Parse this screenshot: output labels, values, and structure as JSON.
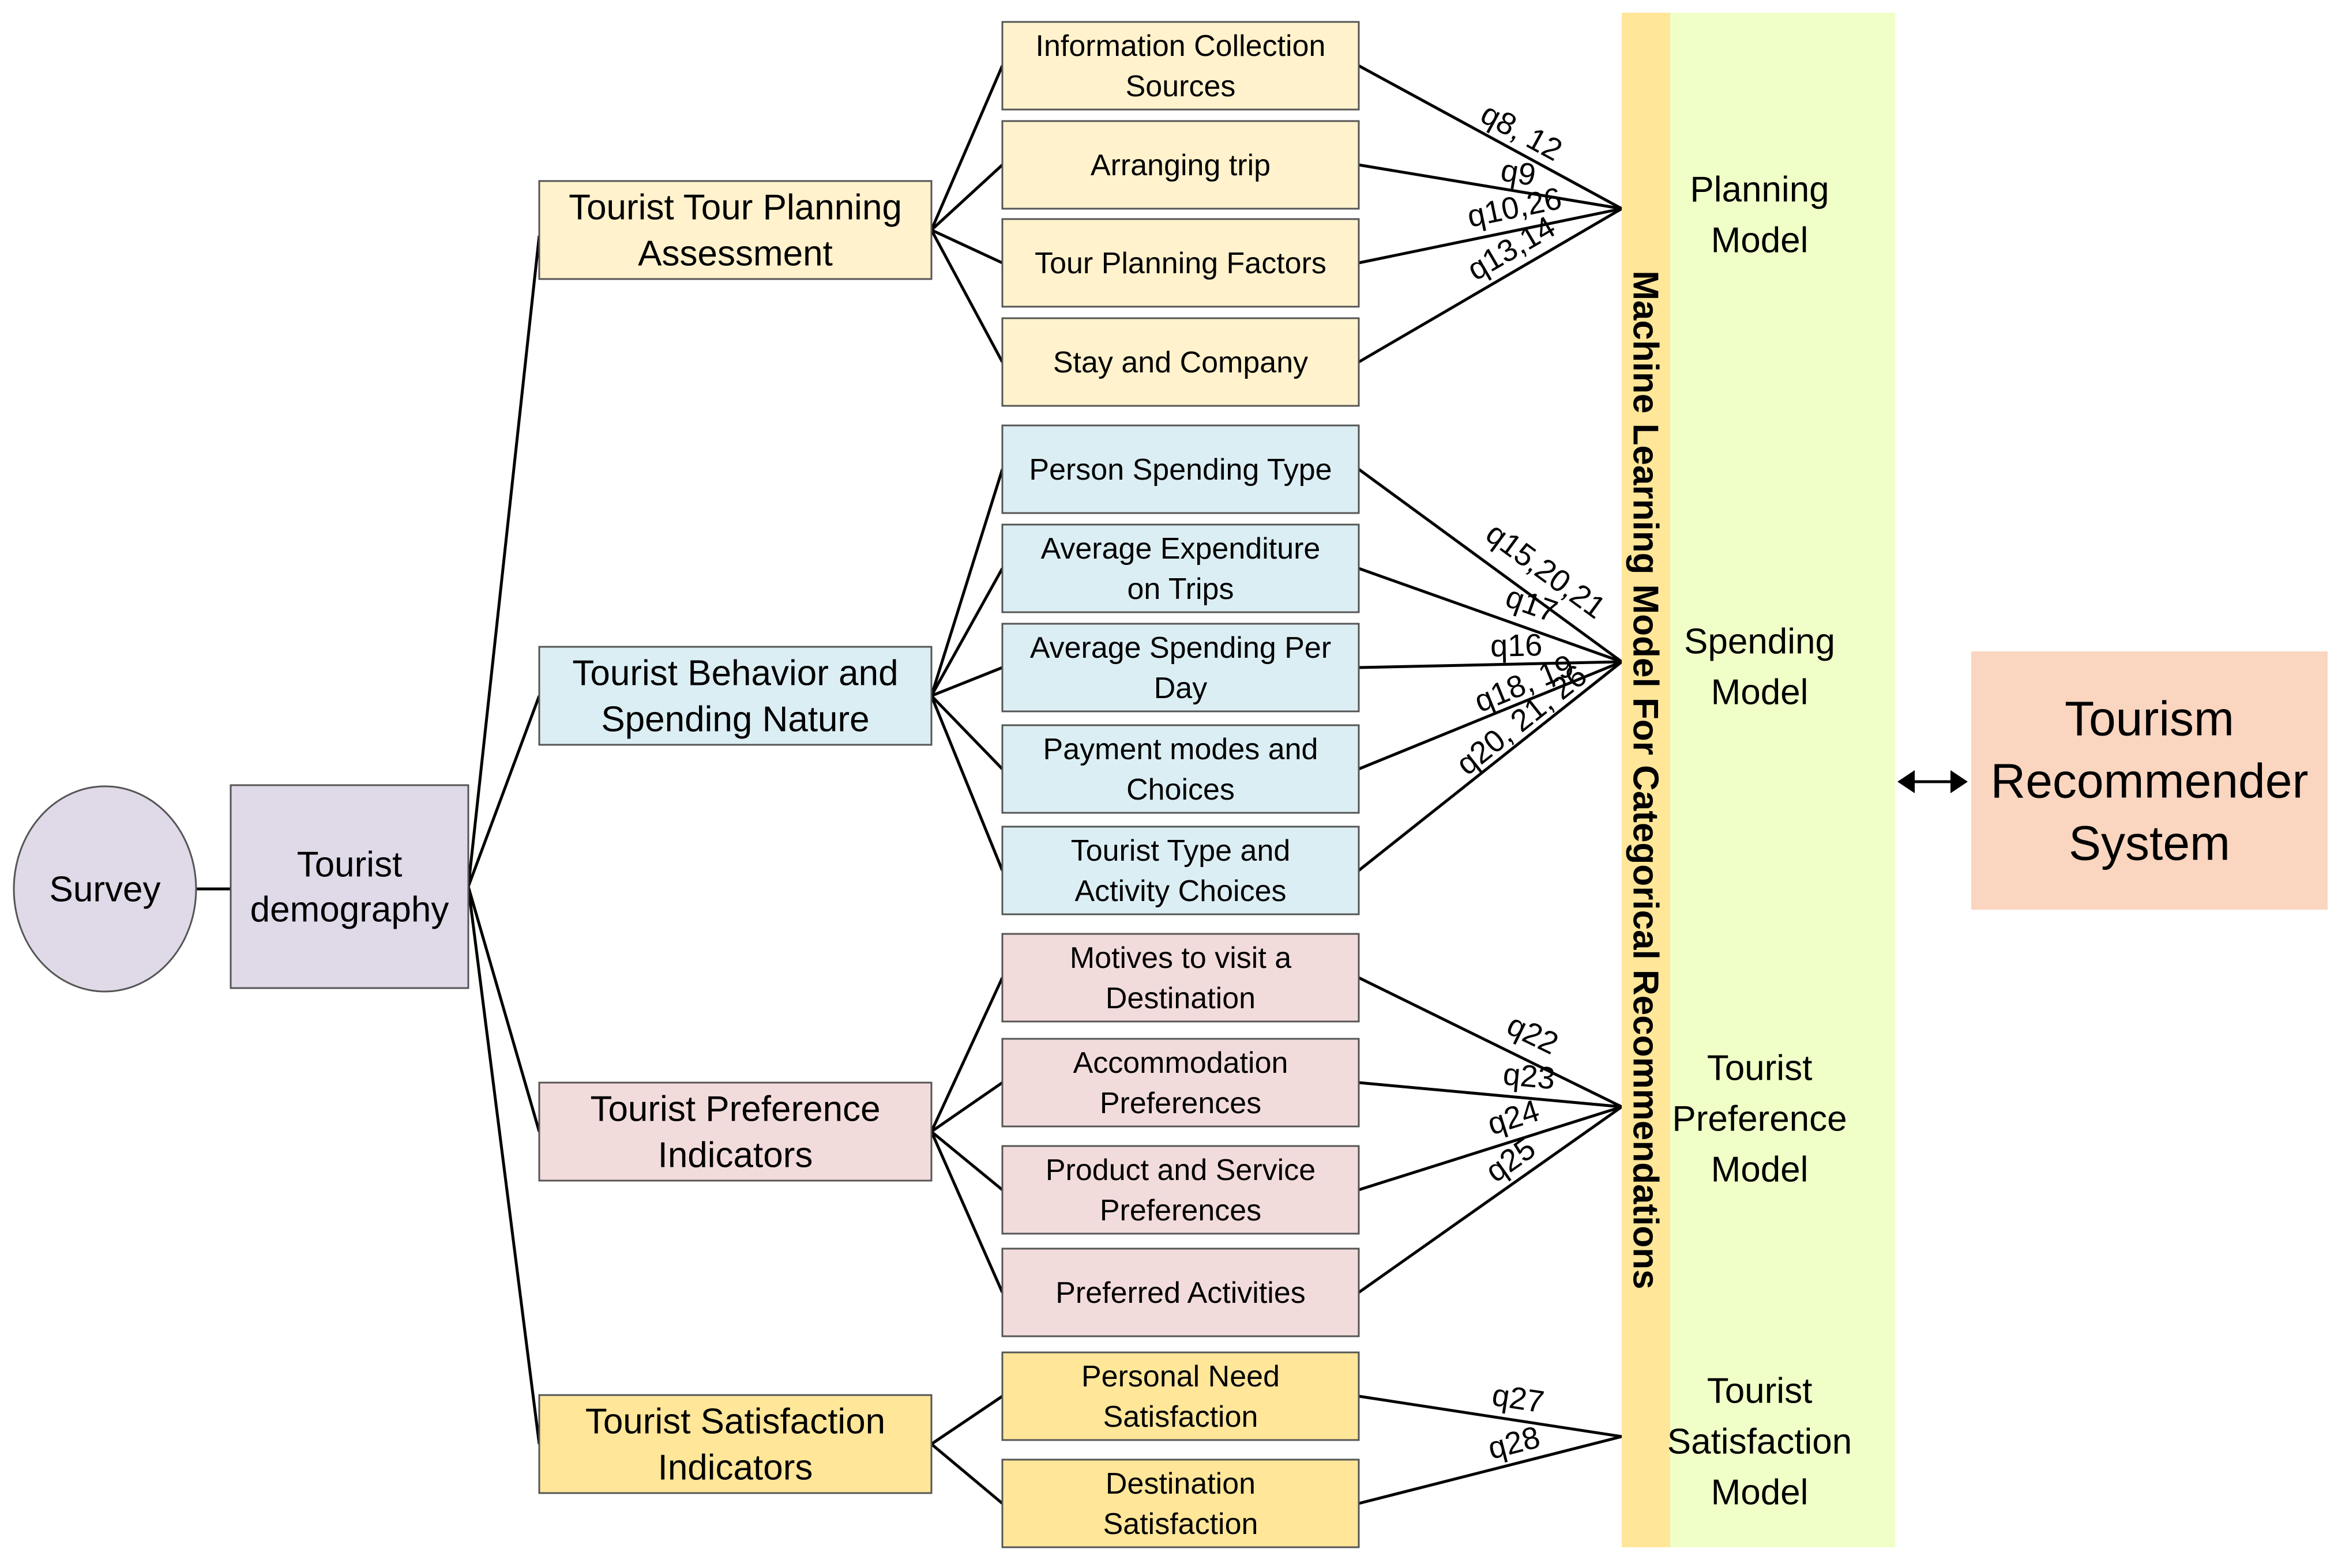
{
  "survey": "Survey",
  "demography": [
    "Tourist",
    "demography"
  ],
  "colors": {
    "survey": "#e0d9e8",
    "demography": "#e0d9e8",
    "planning": "#fff2cc",
    "spending": "#dbeef3",
    "preference": "#f2dcdb",
    "satisfaction": "#ffe699",
    "ml_bar": "#ffe699",
    "model_panel": "#f0ffc8",
    "recommender": "#fad5bf"
  },
  "categories": [
    {
      "id": "planning",
      "lines": [
        "Tourist Tour Planning",
        "Assessment"
      ]
    },
    {
      "id": "spending",
      "lines": [
        "Tourist Behavior and",
        "Spending Nature"
      ]
    },
    {
      "id": "preference",
      "lines": [
        "Tourist Preference",
        "Indicators"
      ]
    },
    {
      "id": "satisfaction",
      "lines": [
        "Tourist Satisfaction",
        "Indicators"
      ]
    }
  ],
  "factors": [
    {
      "cat": 0,
      "lines": [
        "Information Collection",
        "Sources"
      ],
      "q": "q8, 12"
    },
    {
      "cat": 0,
      "lines": [
        "Arranging trip"
      ],
      "q": "q9"
    },
    {
      "cat": 0,
      "lines": [
        "Tour Planning Factors"
      ],
      "q": "q10,26"
    },
    {
      "cat": 0,
      "lines": [
        "Stay and Company"
      ],
      "q": "q13,14"
    },
    {
      "cat": 1,
      "lines": [
        "Person Spending Type"
      ],
      "q": "q15,20,21"
    },
    {
      "cat": 1,
      "lines": [
        "Average Expenditure",
        "on Trips"
      ],
      "q": "q17"
    },
    {
      "cat": 1,
      "lines": [
        "Average Spending Per",
        "Day"
      ],
      "q": "q16"
    },
    {
      "cat": 1,
      "lines": [
        "Payment modes and",
        "Choices"
      ],
      "q": "q18, 19"
    },
    {
      "cat": 1,
      "lines": [
        "Tourist Type and",
        "Activity Choices"
      ],
      "q": "q20, 21, 26"
    },
    {
      "cat": 2,
      "lines": [
        "Motives to visit a",
        "Destination"
      ],
      "q": "q22"
    },
    {
      "cat": 2,
      "lines": [
        "Accommodation",
        "Preferences"
      ],
      "q": "q23"
    },
    {
      "cat": 2,
      "lines": [
        "Product and Service",
        "Preferences"
      ],
      "q": "q24"
    },
    {
      "cat": 2,
      "lines": [
        "Preferred Activities"
      ],
      "q": "q25"
    },
    {
      "cat": 3,
      "lines": [
        "Personal Need",
        "Satisfaction"
      ],
      "q": "q27"
    },
    {
      "cat": 3,
      "lines": [
        "Destination",
        "Satisfaction"
      ],
      "q": "q28"
    }
  ],
  "ml_bar_label": "Machine Learning Model For Categorical Recommendations",
  "models": [
    [
      "Planning",
      "Model"
    ],
    [
      "Spending",
      "Model"
    ],
    [
      "Tourist",
      "Preference",
      "Model"
    ],
    [
      "Tourist",
      "Satisfaction",
      "Model"
    ]
  ],
  "recommender": [
    "Tourism",
    "Recommender",
    "System"
  ]
}
